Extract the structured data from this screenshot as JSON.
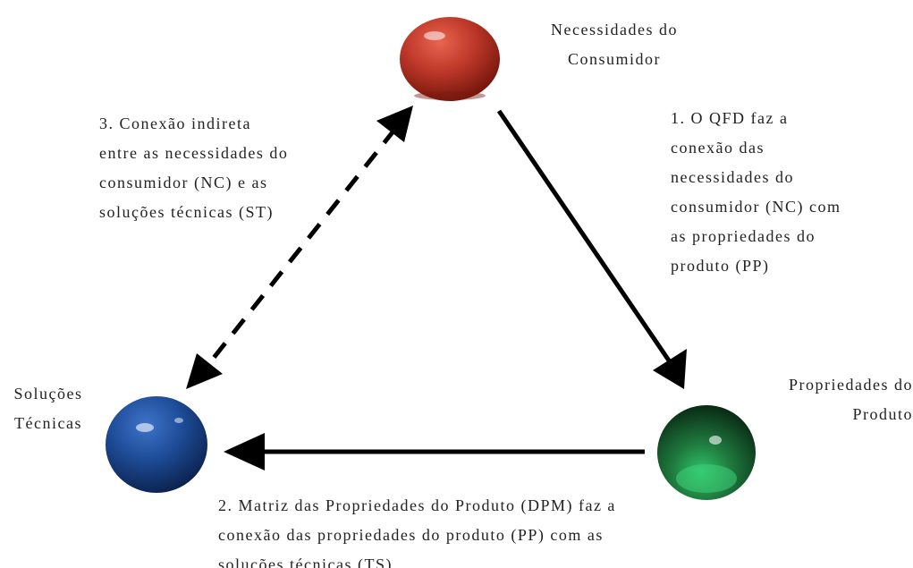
{
  "nodes": {
    "consumer_needs": {
      "label_lines": [
        "Necessidades do",
        "Consumidor"
      ],
      "color": "#c0392b"
    },
    "technical_solutions": {
      "label_lines": [
        "Soluções",
        "Técnicas"
      ],
      "color": "#1f4e9a"
    },
    "product_properties": {
      "label_lines": [
        "Propriedades do",
        "Produto"
      ],
      "color": "#1f7a3e"
    }
  },
  "connections": {
    "qfd": {
      "text_lines": [
        "1. O QFD faz a",
        "conexão das",
        "necessidades do",
        "consumidor (NC) com",
        "as propriedades do",
        "produto (PP)"
      ],
      "style": "solid"
    },
    "dpm": {
      "text_lines": [
        "2. Matriz das Propriedades do Produto (DPM) faz a",
        "conexão das propriedades do produto (PP) com as",
        "soluções técnicas (TS)"
      ],
      "style": "solid"
    },
    "indirect": {
      "text_lines": [
        "3. Conexão indireta",
        "entre as necessidades do",
        "consumidor (NC) e as",
        "soluções técnicas (ST)"
      ],
      "style": "dashed"
    }
  }
}
